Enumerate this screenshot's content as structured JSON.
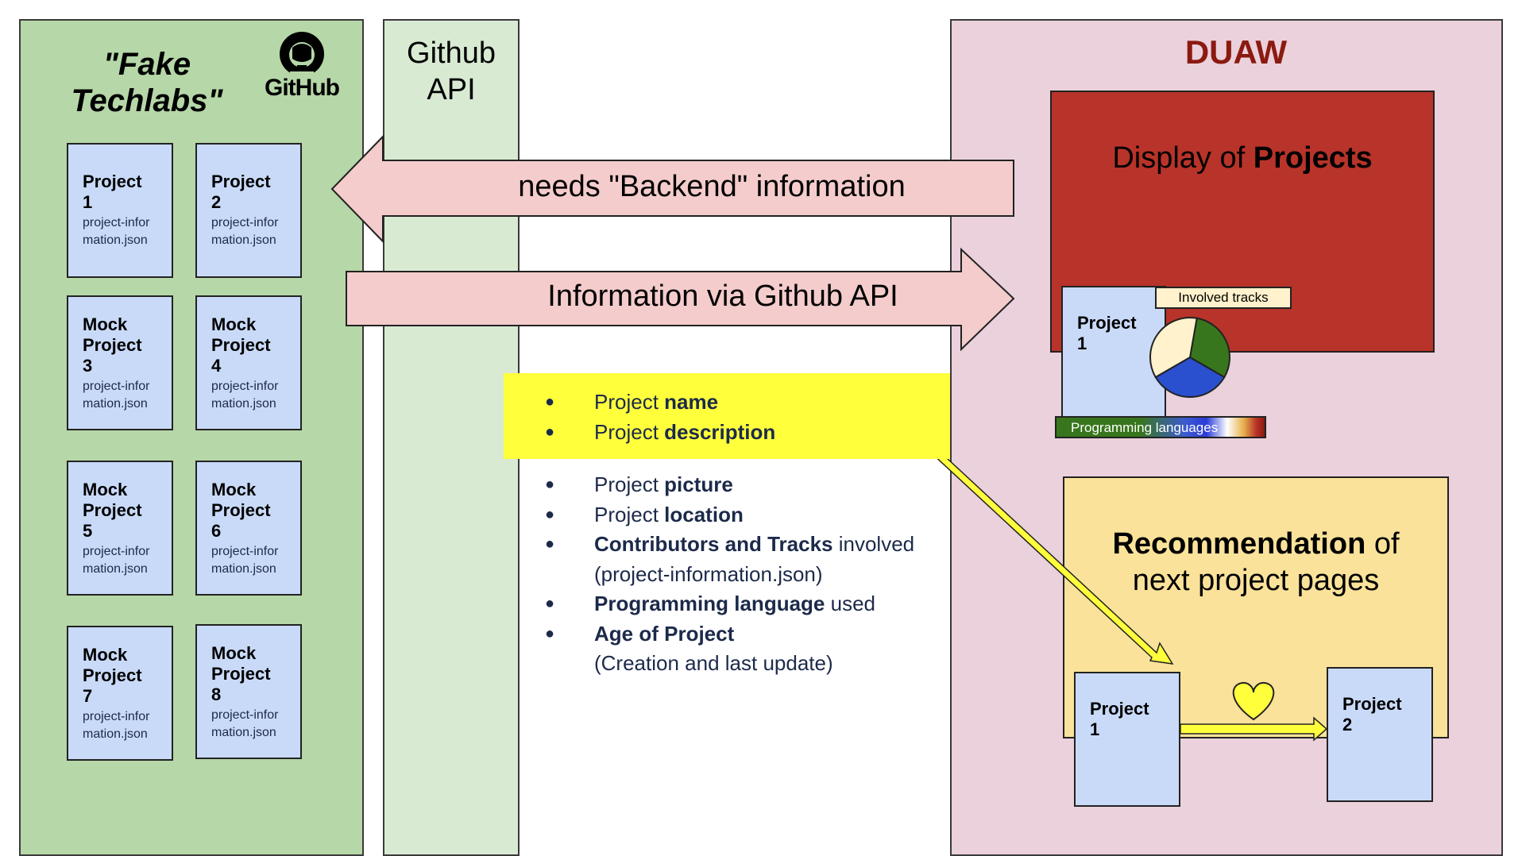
{
  "left_panel": {
    "title": "\"Fake\nTechlabs\"",
    "logo_text": "GitHub",
    "projects": [
      {
        "title": "Project\n1",
        "file": "project-infor\nmation.json"
      },
      {
        "title": "Project\n2",
        "file": "project-infor\nmation.json"
      },
      {
        "title": "Mock\nProject\n3",
        "file": "project-infor\nmation.json"
      },
      {
        "title": "Mock\nProject\n4",
        "file": "project-infor\nmation.json"
      },
      {
        "title": "Mock\nProject\n5",
        "file": "project-infor\nmation.json"
      },
      {
        "title": "Mock\nProject\n6",
        "file": "project-infor\nmation.json"
      },
      {
        "title": "Mock\nProject\n7",
        "file": "project-infor\nmation.json"
      },
      {
        "title": "Mock\nProject\n8",
        "file": "project-infor\nmation.json"
      }
    ]
  },
  "api_panel": {
    "title": "Github\nAPI"
  },
  "arrows": {
    "backend": "needs \"Backend\" information",
    "via_api": "Information via Github API"
  },
  "highlighted_fields": [
    {
      "prefix": "Project ",
      "bold": "name",
      "suffix": ""
    },
    {
      "prefix": "Project ",
      "bold": "description",
      "suffix": ""
    }
  ],
  "other_fields": [
    {
      "prefix": "Project ",
      "bold": "picture",
      "suffix": "",
      "note": ""
    },
    {
      "prefix": "Project ",
      "bold": "location",
      "suffix": "",
      "note": ""
    },
    {
      "prefix": "",
      "bold": "Contributors and Tracks",
      "suffix": " involved",
      "note": "(project-information.json)"
    },
    {
      "prefix": "",
      "bold": "Programming language",
      "suffix": " used",
      "note": ""
    },
    {
      "prefix": "",
      "bold": "Age of Project",
      "suffix": "",
      "note": "(Creation and last update)"
    }
  ],
  "duaw": {
    "title": "DUAW",
    "display": {
      "prefix": "Display of ",
      "bold": "Projects"
    },
    "project_card": "Project\n1",
    "tracks_label": "Involved tracks",
    "languages_label": "Programming languages",
    "pie_colors": [
      "#38761d",
      "#2a4fcf",
      "#fff2cc"
    ],
    "recommendation": {
      "bold": "Recommendation",
      "suffix": " of",
      "line2": "next project pages"
    },
    "rec_from": "Project\n1",
    "rec_to": "Project\n2"
  },
  "colors": {
    "left_panel": "#b6d7a8",
    "api_panel": "#d9ead3",
    "duaw_panel": "#ead1dc",
    "display_box": "#b83329",
    "recommendation_box": "#fae29a",
    "card": "#c9daf8",
    "arrow": "#f4cccc",
    "highlight": "#ffff3b"
  }
}
